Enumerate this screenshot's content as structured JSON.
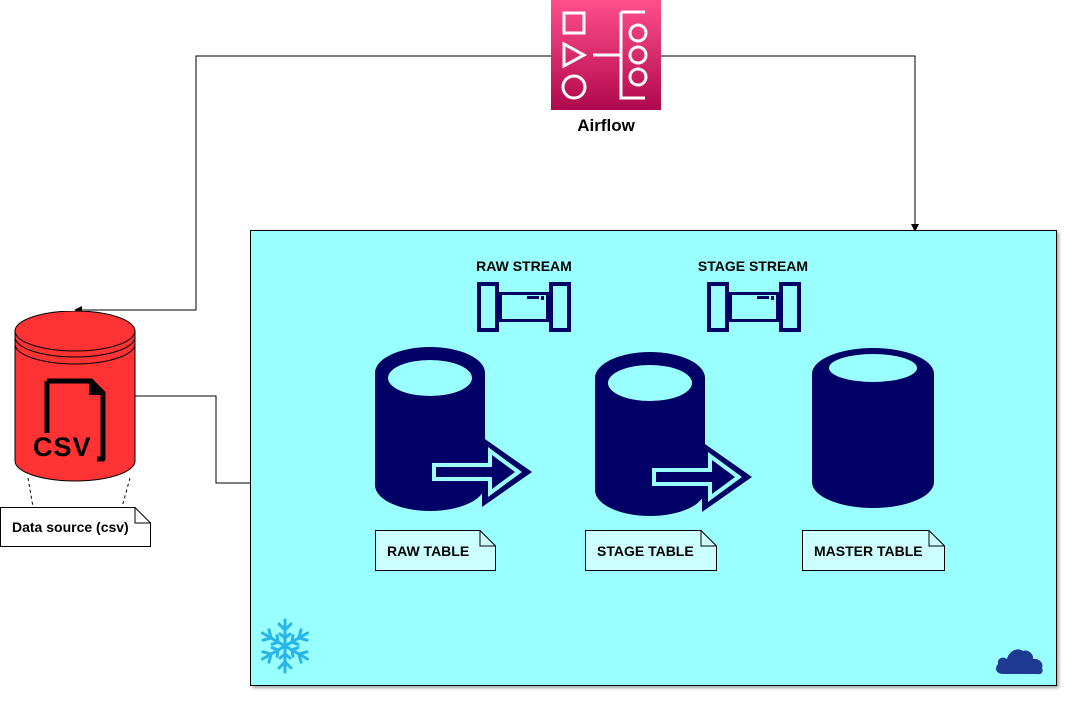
{
  "orchestrator": {
    "label": "Airflow",
    "color": "#e7157b"
  },
  "source": {
    "icon_text": "CSV",
    "note": "Data source (csv)",
    "color": "#ff3333"
  },
  "warehouse": {
    "background": "#99ffff",
    "streams": [
      "RAW STREAM",
      "STAGE STREAM"
    ],
    "tables": [
      "RAW TABLE",
      "STAGE TABLE",
      "MASTER TABLE"
    ],
    "icon_color": "#000066",
    "snowflake_icon": "snowflake-icon",
    "cloud_icon": "cloud-icon"
  }
}
